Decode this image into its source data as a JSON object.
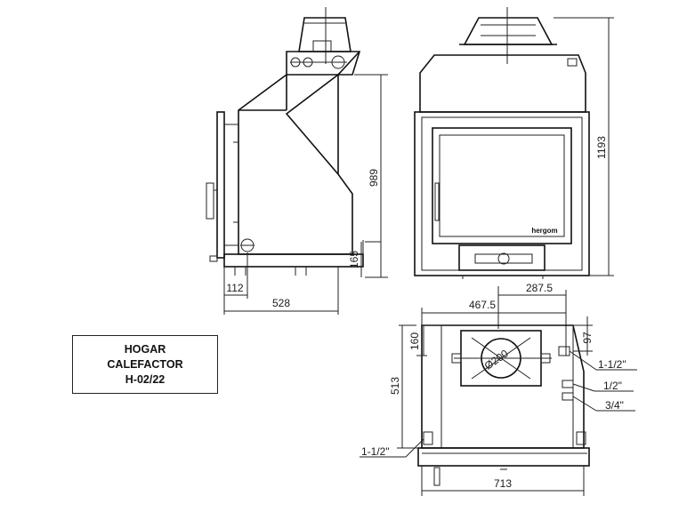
{
  "title_block": {
    "line1": "HOGAR",
    "line2": "CALEFACTOR",
    "line3": "H-02/22"
  },
  "brand": "hergom",
  "dimensions": {
    "side_height": "989",
    "side_base_height": "165",
    "side_offset": "112",
    "side_depth": "528",
    "front_height": "1193",
    "plan_width_top": "467.5",
    "plan_offset": "287.5",
    "plan_top_depth": "160",
    "plan_side_97": "97",
    "plan_depth": "513",
    "plan_width": "713",
    "flue_diameter": "Ø200"
  },
  "connections": {
    "c1": "1-1/2\"",
    "c2": "1/2\"",
    "c3": "3/4\"",
    "c4": "1-1/2\""
  }
}
